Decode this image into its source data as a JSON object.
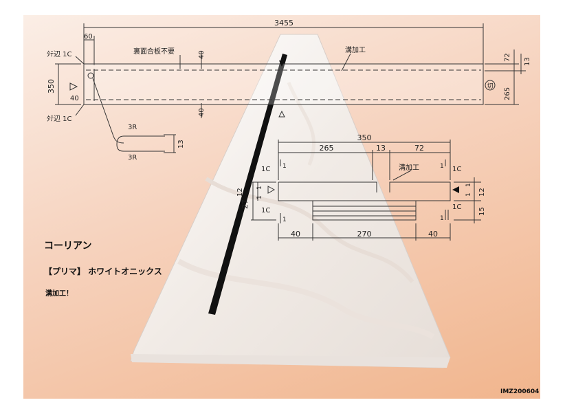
{
  "texts": {
    "title": "コーリアン",
    "product": "【プリマ】 ホワイトオニックス",
    "note": "溝加工！",
    "doc_code": "IMZ200604"
  },
  "plan": {
    "length": "3455",
    "edge_offset": "60",
    "width": "350",
    "depth_top": "72",
    "depth_small": "13",
    "depth_bottom": "265",
    "margin_top": "40",
    "margin_bottom": "40",
    "margin_left": "40",
    "corner_top": "ﾀﾃ辺 1C",
    "corner_bottom": "ﾀﾃ辺 1C",
    "no_plywood": "裏面合板不要",
    "groove": "溝加工",
    "cut_mark": "切",
    "radius_1": "3R",
    "radius_2": "3R",
    "groove_depth": "13"
  },
  "section": {
    "total": "350",
    "seg1": "265",
    "seg2": "13",
    "seg3": "72",
    "groove": "溝加工",
    "c_left_top": "1C",
    "c_left_bottom": "1C",
    "c_right_top": "1C",
    "c_right_bottom": "1C",
    "thickness": "27",
    "left_12": "12",
    "left_1a": "1",
    "left_1b": "1",
    "left_1c": "1",
    "left_1d": "1",
    "right_1a": "1",
    "right_1b": "1",
    "right_12": "12",
    "right_15": "15",
    "right_1c": "1",
    "right_1d": "1",
    "bot1": "40",
    "bot2": "270",
    "bot3": "40"
  },
  "colors": {
    "background_top": "#fbeee6",
    "background_bottom": "#f1b58d",
    "line": "#333333",
    "marble": "#f4eeea"
  }
}
